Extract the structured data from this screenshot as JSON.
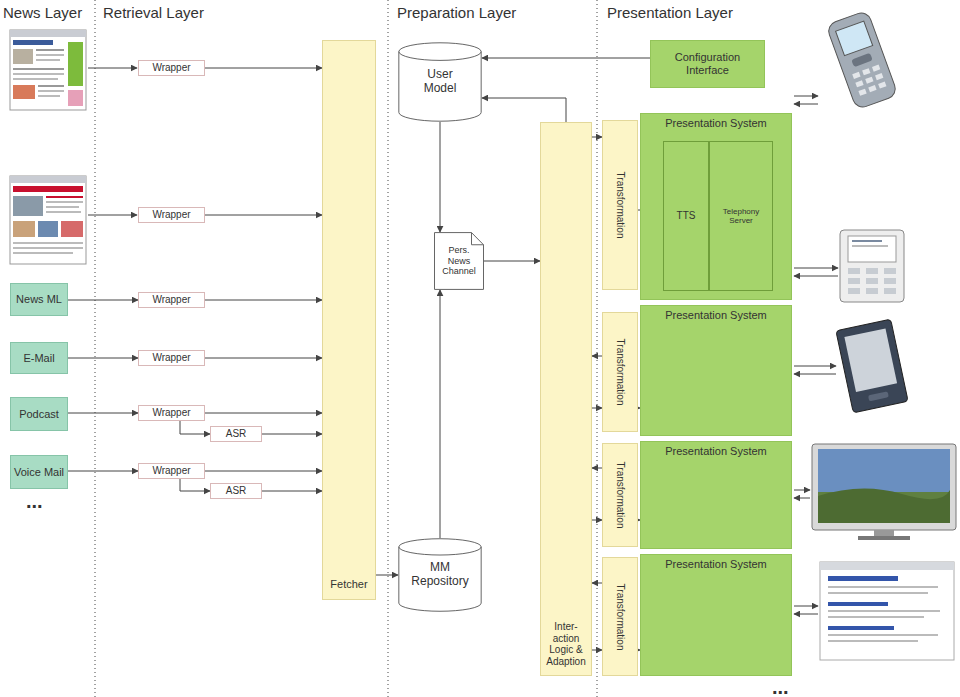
{
  "diagram": {
    "nodes": [
      {
        "text": [
          "News ML"
        ]
      },
      {
        "text": [
          "E-Mail"
        ]
      },
      {
        "text": [
          "Podcast"
        ]
      },
      {
        "text": [
          "Voice Mail"
        ]
      },
      {
        "text": [
          "Wrapper"
        ]
      },
      {
        "text": [
          "Wrapper"
        ]
      },
      {
        "text": [
          "Wrapper"
        ]
      },
      {
        "text": [
          "Wrapper"
        ]
      },
      {
        "text": [
          "Wrapper"
        ]
      },
      {
        "text": [
          "ASR"
        ]
      },
      {
        "text": [
          "Wrapper"
        ]
      },
      {
        "text": [
          "ASR"
        ]
      },
      {
        "text": [
          "Fetcher"
        ]
      },
      {
        "text": [
          "User Model"
        ]
      },
      {
        "text": [
          "Pers. News Channel"
        ]
      },
      {
        "text": [
          "MM Repository"
        ]
      },
      {
        "text": [
          "Inter- action Logic & Adaption"
        ]
      },
      {
        "text": [
          "Configuration Interface"
        ]
      },
      {
        "text": [
          "Transformation"
        ]
      },
      {
        "text": [
          "Presentation System"
        ]
      },
      {
        "text": [
          "TTS"
        ],
        "in": 19
      },
      {
        "text": [
          "Telephony Server"
        ],
        "in": 19
      },
      {
        "text": [
          "Transformation"
        ]
      },
      {
        "text": [
          "Presentation System"
        ]
      },
      {
        "text": [
          "Transformation"
        ]
      },
      {
        "text": [
          "Presentation System"
        ]
      },
      {
        "text": [
          "Transformation"
        ]
      },
      {
        "text": [
          "Presentation System"
        ]
      }
    ],
    "edges": [
      {
        "from": 4,
        "to": 12,
        "arrow": "to"
      },
      {
        "from": 5,
        "to": 12,
        "arrow": "to"
      },
      {
        "from": 0,
        "to": 6,
        "arrow": "to"
      },
      {
        "from": 6,
        "to": 12,
        "arrow": "to"
      },
      {
        "from": 1,
        "to": 7,
        "arrow": "to"
      },
      {
        "from": 7,
        "to": 12,
        "arrow": "to"
      },
      {
        "from": 2,
        "to": 8,
        "arrow": "to"
      },
      {
        "from": 8,
        "to": 12,
        "arrow": "to"
      },
      {
        "from": 8,
        "to": 9,
        "arrow": "to"
      },
      {
        "from": 9,
        "to": 12,
        "arrow": "to"
      },
      {
        "from": 3,
        "to": 10,
        "arrow": "to"
      },
      {
        "from": 10,
        "to": 12,
        "arrow": "to"
      },
      {
        "from": 10,
        "to": 11,
        "arrow": "to"
      },
      {
        "from": 11,
        "to": 12,
        "arrow": "to"
      },
      {
        "from": 12,
        "to": 15,
        "arrow": "to"
      },
      {
        "from": 15,
        "to": 14,
        "arrow": "to"
      },
      {
        "from": 13,
        "to": 14,
        "arrow": "to"
      },
      {
        "from": 14,
        "to": 16,
        "arrow": "to"
      },
      {
        "from": 16,
        "to": 13,
        "arrow": "to"
      },
      {
        "from": 17,
        "to": 13,
        "arrow": "to"
      },
      {
        "from": 16,
        "to": 18,
        "arrow": "to"
      },
      {
        "from": 18,
        "to": 20,
        "arrow": "to"
      },
      {
        "from": 20,
        "to": 21,
        "arrow": "both"
      },
      {
        "from": 22,
        "to": 16,
        "arrow": "to"
      },
      {
        "from": 16,
        "to": 22,
        "arrow": "to"
      },
      {
        "from": 22,
        "to": 23,
        "arrow": "to"
      },
      {
        "from": 24,
        "to": 16,
        "arrow": "to"
      },
      {
        "from": 16,
        "to": 24,
        "arrow": "to"
      },
      {
        "from": 24,
        "to": 25,
        "arrow": "to"
      },
      {
        "from": 26,
        "to": 16,
        "arrow": "to"
      },
      {
        "from": 16,
        "to": 26,
        "arrow": "to"
      },
      {
        "from": 26,
        "to": 27,
        "arrow": "to"
      }
    ],
    "labels": [
      "News Layer",
      "Retrieval Layer",
      "Preparation Layer",
      "Presentation Layer",
      "...",
      "..."
    ]
  }
}
